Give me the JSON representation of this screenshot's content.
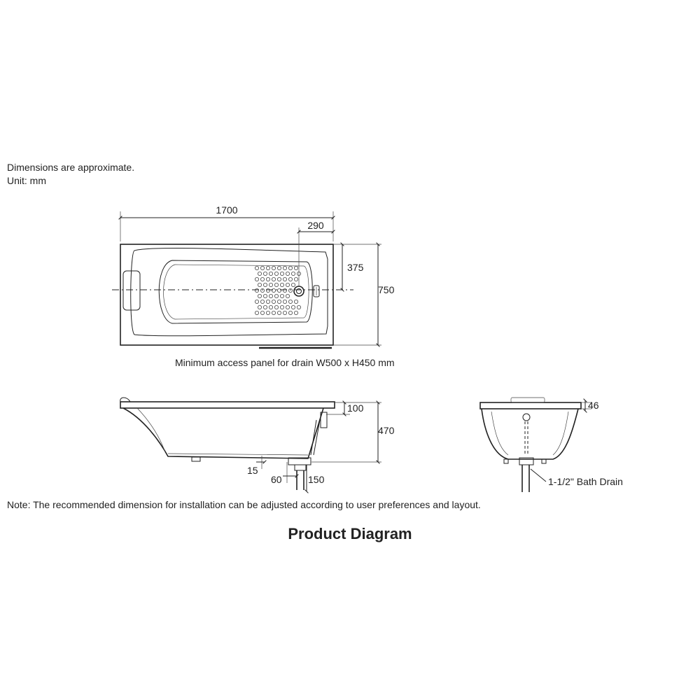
{
  "notes": {
    "approx": "Dimensions are approximate.",
    "unit": "Unit: mm",
    "install_note": "Note: The recommended dimension for installation can be adjusted according to user preferences and layout."
  },
  "title": "Product Diagram",
  "top_view": {
    "length": "1700",
    "drain_offset": "290",
    "drain_center": "375",
    "width": "750",
    "access_panel": "Minimum access panel for drain W500 x H450 mm"
  },
  "side_view": {
    "rim": "100",
    "height": "470",
    "d15": "15",
    "d60": "60",
    "d150": "150"
  },
  "end_view": {
    "rim": "46",
    "drain_label": "1-1/2\" Bath Drain"
  }
}
